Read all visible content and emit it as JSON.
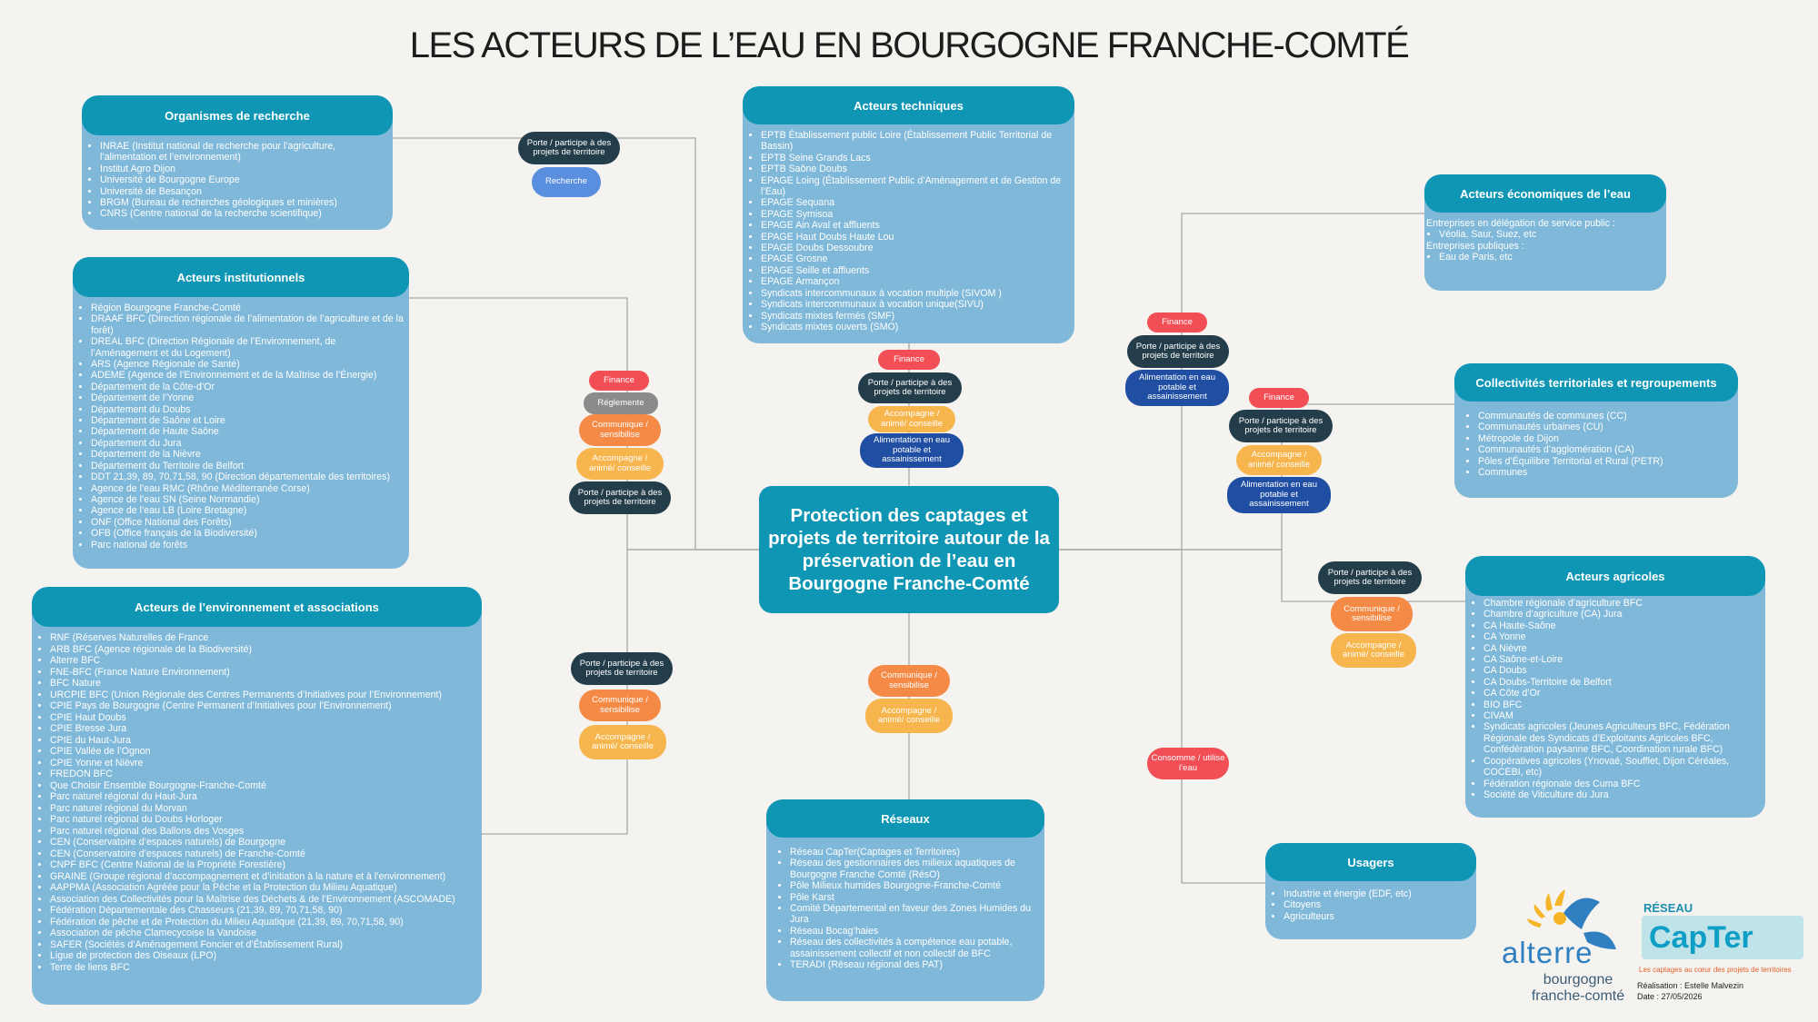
{
  "title": "LES ACTEURS DE L’EAU EN BOURGOGNE FRANCHE-COMTÉ",
  "center": "Protection des captages et projets de territoire autour de la préservation de l’eau en Bourgogne Franche-Comté",
  "boxes": {
    "recherche": {
      "title": "Organismes de recherche",
      "items": [
        "INRAE (Institut national de recherche pour l’agriculture, l’alimentation et l’environnement)",
        "Institut Agro Dijon",
        "Université de Bourgogne Europe",
        "Université de Besançon",
        "BRGM (Bureau de recherches géologiques et minières)",
        "CNRS (Centre national de la recherche scientifique)"
      ]
    },
    "institutionnels": {
      "title": "Acteurs institutionnels",
      "items": [
        "Région Bourgogne Franche-Comté",
        "DRAAF BFC (Direction régionale de l’alimentation de l’agriculture et de la forêt)",
        "DREAL BFC (Direction Régionale de l’Environnement, de l’Aménagement et du Logement)",
        "ARS (Agence Régionale de Santé)",
        "ADEME (Agence de l’Environnement et de la Maîtrise de l’Énergie)",
        "Département de la Côte-d’Or",
        "Département de l’Yonne",
        "Département du Doubs",
        "Département de Saône et Loire",
        "Département de Haute Saône",
        "Département du Jura",
        "Département de la Nièvre",
        "Département du Territoire de Belfort",
        "DDT 21,39, 89, 70,71,58, 90 (Direction départementale des territoires)",
        "Agence de l’eau RMC (Rhône Méditerranée Corse)",
        "Agence de l’eau SN (Seine Normandie)",
        "Agence de l’eau LB (Loire Bretagne)",
        "ONF (Office National des Forêts)",
        "OFB (Office français de la Biodiversité)",
        "Parc national de forêts"
      ]
    },
    "environnement": {
      "title": "Acteurs de l’environnement et associations",
      "items": [
        "RNF (Réserves Naturelles de France",
        "ARB BFC (Agence régionale de la Biodiversité)",
        "Alterre BFC",
        "FNE-BFC (France Nature Environnement)",
        "BFC Nature",
        "URCPIE BFC (Union Régionale des Centres Permanents d’Initiatives pour l’Environnement)",
        "CPIE Pays de Bourgogne (Centre Permanent d’Initiatives pour l’Environnement)",
        "CPIE Haut Doubs",
        "CPIE Bresse Jura",
        "CPIE du Haut-Jura",
        "CPIE Vallée de l’Ognon",
        "CPIE Yonne et Nièvre",
        "FREDON BFC",
        "Que Choisir Ensemble Bourgogne-Franche-Comté",
        "Parc naturel régional du Haut-Jura",
        "Parc naturel régional du Morvan",
        "Parc naturel régional du Doubs Horloger",
        "Parc naturel régional des Ballons des Vosges",
        "CEN (Conservatoire d’espaces naturels) de Bourgogne",
        "CEN (Conservatoire d’espaces naturels) de Franche-Comté",
        "CNPF BFC (Centre National de la Propriété Forestière)",
        "GRAINE (Groupe régional d’accompagnement et d’initiation à la nature et à l’environnement)",
        "AAPPMA (Association Agréée pour la Pêche et la Protection du Milieu Aquatique)",
        "Association des Collectivités pour la Maîtrise des Déchets & de l’Environnement (ASCOMADE)",
        "Fédération Départementale des Chasseurs (21,39, 89, 70,71,58, 90)",
        "Fédération de pêche et de Protection du Milieu Aquatique (21,39, 89, 70,71,58, 90)",
        "Association de pêche Clamecycoise la Vandoise",
        "SAFER (Sociétés d’Aménagement Foncier et d’Établissement Rural)",
        "Ligue de protection des Oiseaux (LPO)",
        "Terre de liens BFC"
      ]
    },
    "techniques": {
      "title": "Acteurs techniques",
      "items": [
        "EPTB Établissement public Loire (Établissement Public Territorial de Bassin)",
        "EPTB Seine Grands Lacs",
        "EPTB Saône Doubs",
        "EPAGE Loing (Établissement Public d’Aménagement et de Gestion de l’Eau)",
        "EPAGE Sequana",
        "EPAGE Symisoa",
        "EPAGE Ain Aval et affluents",
        "EPAGE Haut Doubs Haute Lou",
        "EPAGE Doubs Dessoubre",
        "EPAGE Grosne",
        "EPAGE Seille et affluents",
        "EPAGE Armançon",
        "Syndicats intercommunaux à vocation multiple (SIVOM )",
        "Syndicats intercommunaux à vocation unique(SIVU)",
        "Syndicats mixtes fermés (SMF)",
        "Syndicats mixtes ouverts (SMO)"
      ]
    },
    "economiques": {
      "title": "Acteurs économiques de l’eau",
      "line1": "Entreprises en délégation de service public :",
      "item1": "Véolia, Saur, Suez, etc",
      "line2": "Entreprises publiques :",
      "item2": "Eau de Paris, etc"
    },
    "collectivites": {
      "title": "Collectivités territoriales et regroupements",
      "items": [
        "Communautés de communes (CC)",
        "Communautés urbaines (CU)",
        "Métropole de Dijon",
        "Communautés d’agglomération (CA)",
        "Pôles d’Équilibre Territorial et Rural (PETR)",
        "Communes"
      ]
    },
    "agricoles": {
      "title": "Acteurs agricoles",
      "items": [
        "Chambre régionale d’agriculture BFC",
        "Chambre d’agriculture (CA) Jura",
        "CA Haute-Saône",
        "CA Yonne",
        "CA Nièvre",
        "CA Saône-et-Loire",
        "CA Doubs",
        "CA Doubs-Territoire de Belfort",
        "CA Côte d’Or",
        "BIO BFC",
        "CIVAM",
        "Syndicats agricoles (Jeunes Agriculteurs BFC, Fédération Régionale des Syndicats d’Exploitants Agricoles BFC, Confédération paysanne BFC, Coordination rurale BFC)",
        "Coopératives agricoles (Ynovaé, Soufflet, Dijon Céréales, COCEBI, etc)",
        "Fédération régionale des Cuma BFC",
        "Société de Viticulture du Jura"
      ]
    },
    "reseaux": {
      "title": "Réseaux",
      "items": [
        "Réseau CapTer(Captages et Territoires)",
        "Réseau des gestionnaires des milieux aquatiques de Bourgogne Franche Comté (RésO)",
        "Pôle Milieux humides Bourgogne-Franche-Comté",
        "Pôle Karst",
        "Comité Départemental en faveur des Zones Humides du Jura",
        "Réseau Bocag’haies",
        "Réseau des collectivités à compétence eau potable, assainissement collectif et non collectif de BFC",
        "TERADI (Réseau régional des PAT)"
      ]
    },
    "usagers": {
      "title": "Usagers",
      "items": [
        "Industrie et énergie (EDF, etc)",
        "Citoyens",
        "Agriculteurs"
      ]
    }
  },
  "pills": {
    "porte": "Porte / participe à des projets de territoire",
    "recherche": "Recherche",
    "finance": "Finance",
    "reglemente": "Réglemente",
    "communique": "Communique / sensibilise",
    "accompagne": "Accompagne / animé/ conseille",
    "alimentation": "Alimentation en eau potable et assainissement",
    "consomme": "Consomme / utilise l’eau"
  },
  "logos": {
    "alterre": "alterre",
    "alterre_sub": "bourgogne franche-comté",
    "reseau": "RÉSEAU",
    "capter": "CapTer",
    "capter_tag": "Les captages au cœur des projets de territoires",
    "credit1": "Réalisation : Estelle Malvezin",
    "credit2": "Date : 27/05/2026"
  },
  "colors": {
    "header": "#0f96b4",
    "box_body": "#7fb8d8",
    "finance": "#f24e55",
    "porte": "#233d4b",
    "alimentation": "#1f4ea3",
    "communique": "#f48a45",
    "accompagne": "#f7b54d",
    "reglemente": "#8b8b8b",
    "recherche": "#5a8fe0",
    "line": "#a8a8a8"
  }
}
